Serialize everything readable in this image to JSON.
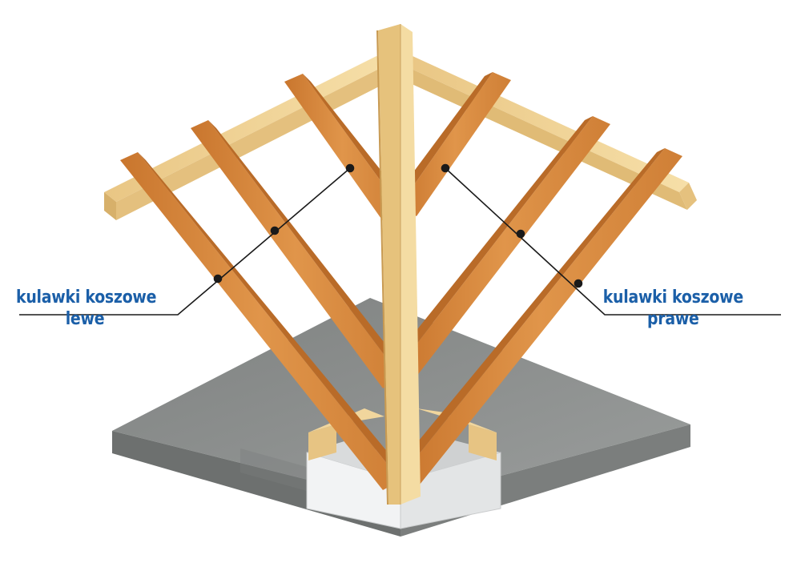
{
  "labels": {
    "left": {
      "line1": "kulawki koszowe",
      "line2": "lewe"
    },
    "right": {
      "line1": "kulawki koszowe",
      "line2": "prawe"
    }
  },
  "colors": {
    "label_text": "#1b5fa8",
    "leader_line": "#1a1a1a",
    "rafter": "#d98a3e",
    "rafter_dark": "#b86a26",
    "pale_timber": "#f0d396",
    "pale_timber_side": "#d9b470",
    "slab_top": "#8c8f8e",
    "slab_side": "#6f7271",
    "wall": "#eaeced"
  }
}
